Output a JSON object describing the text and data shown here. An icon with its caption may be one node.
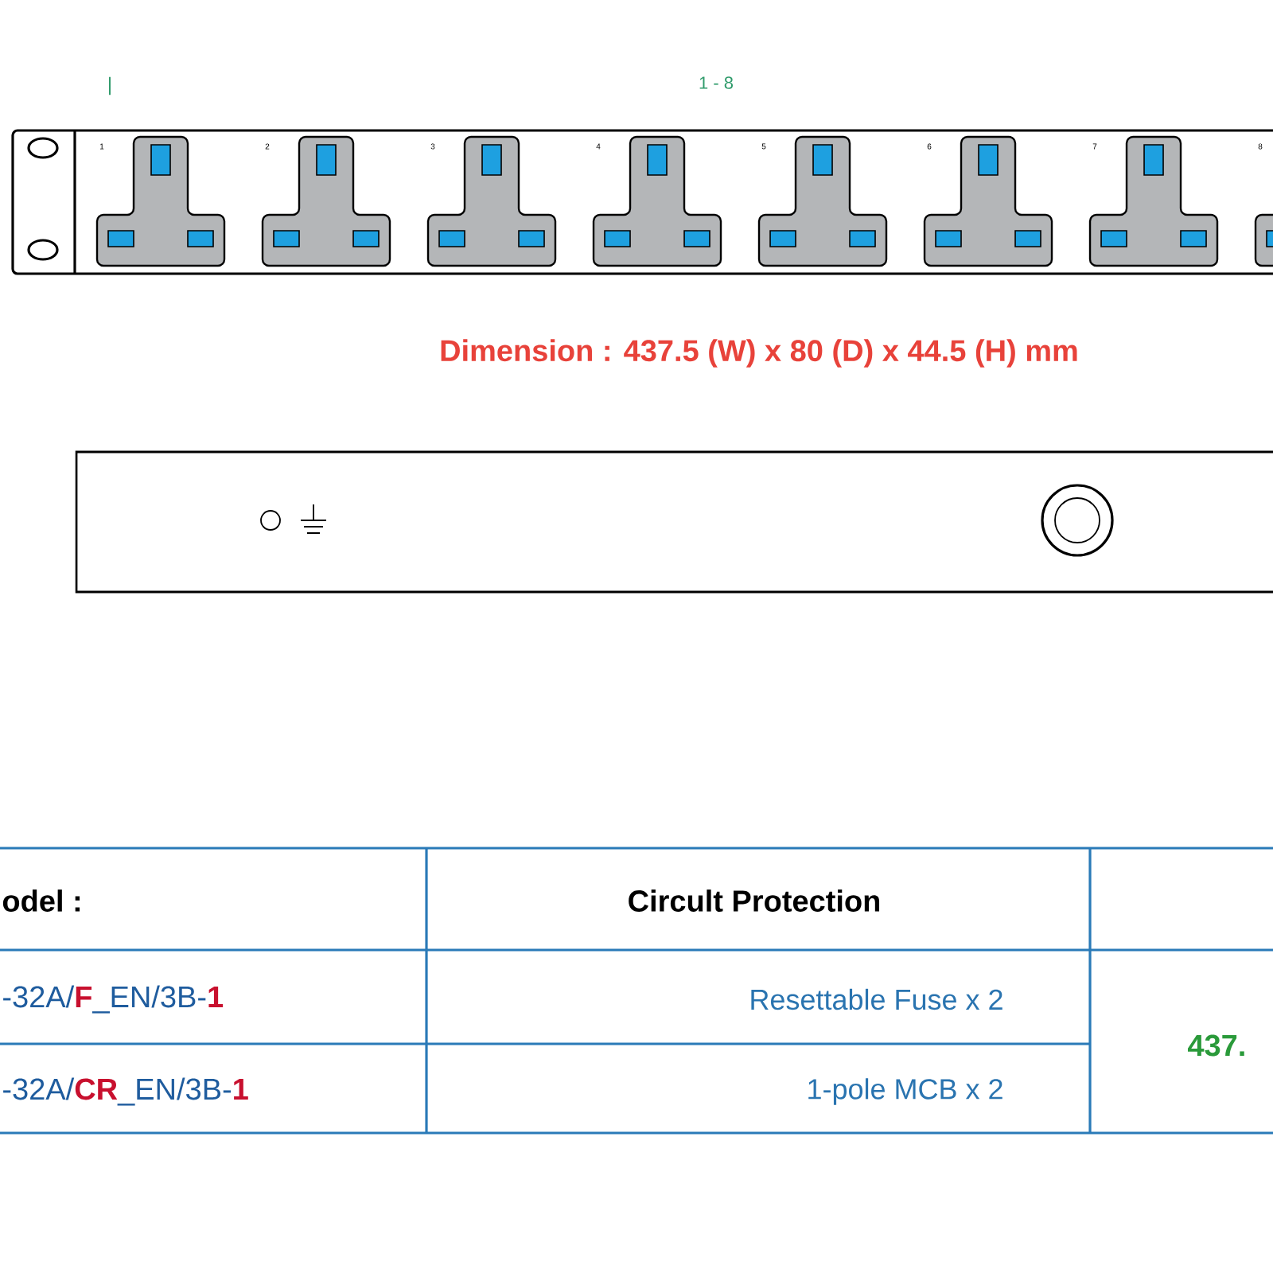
{
  "diagram": {
    "labels": [
      "|",
      "1 - 8",
      "1",
      "2",
      "3",
      "4",
      "5",
      "6",
      "7",
      "8",
      "Dimension :  437.5 (W) x 80 (D) x 44.5 (H) mm",
      "odel :",
      "Circult Protection",
      "-32A/**F**_EN/3B-**1**",
      "Resettable Fuse x 2",
      "437.",
      "-32A/**CR**_EN/3B-**1**",
      "1-pole MCB x 2"
    ]
  }
}
